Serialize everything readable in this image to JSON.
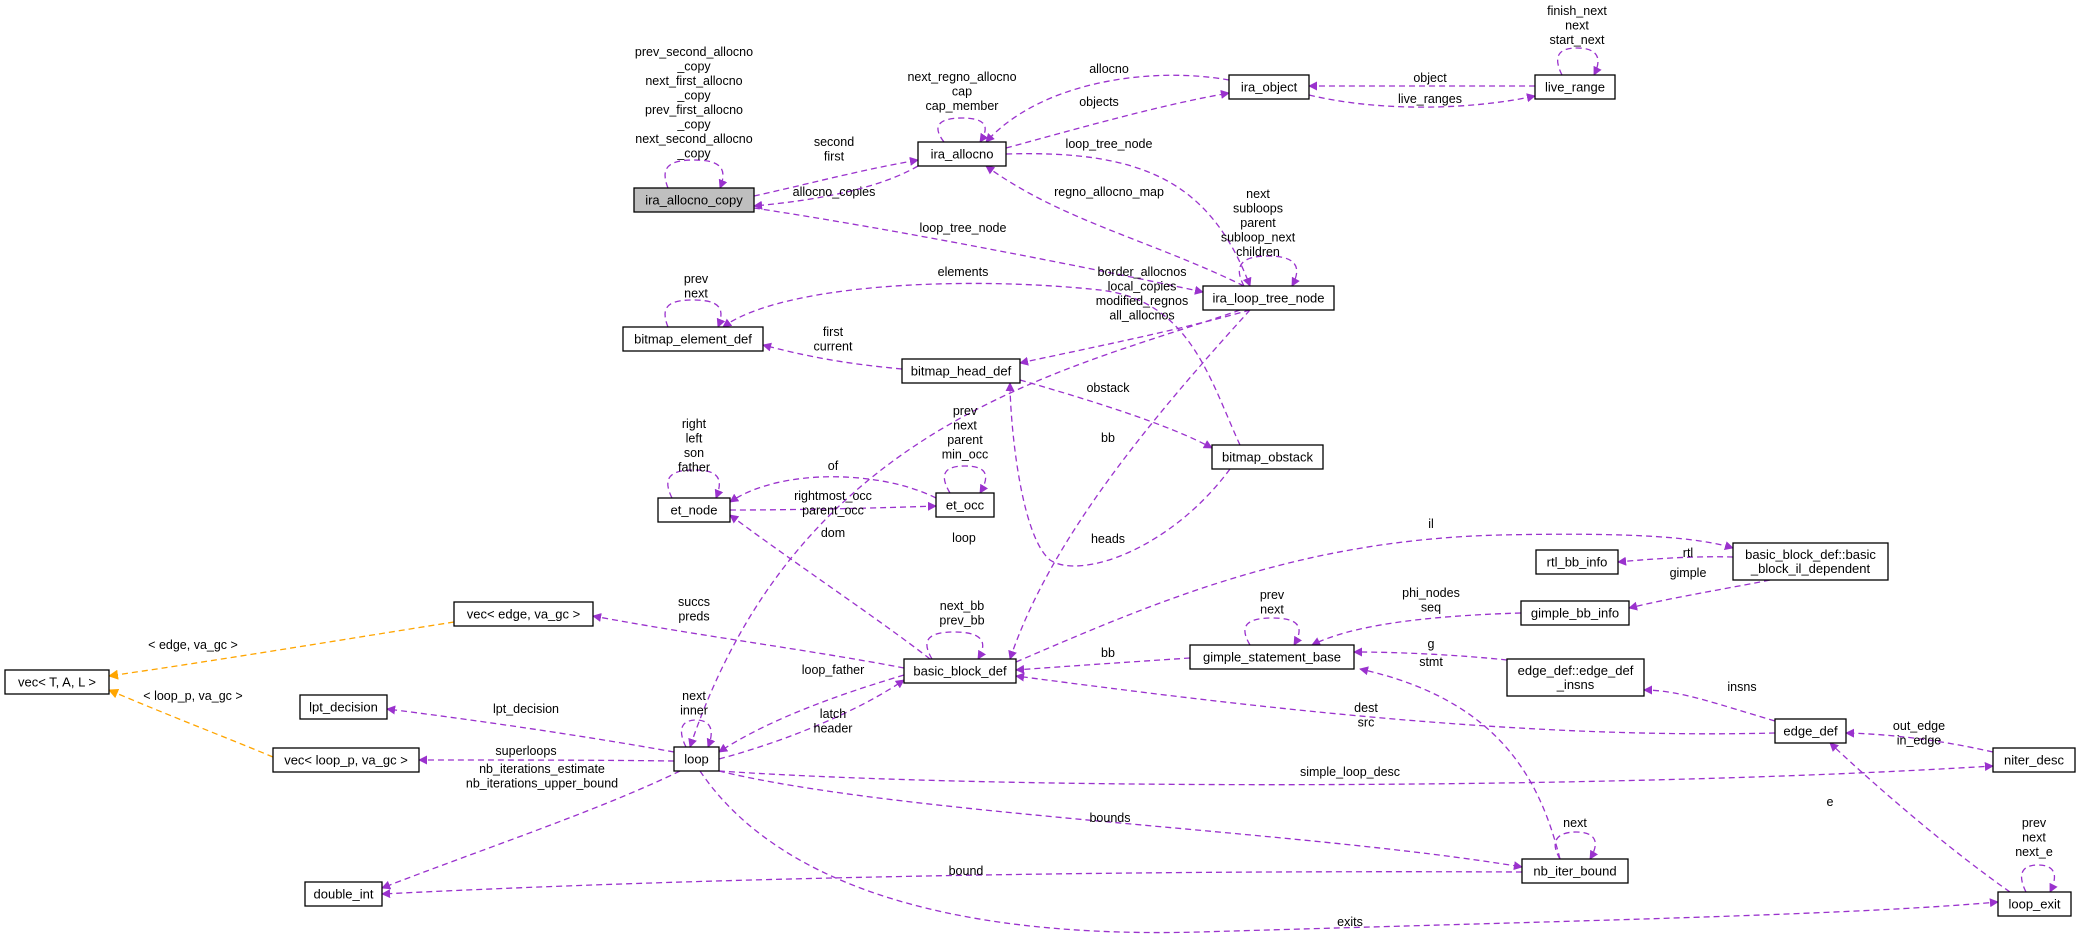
{
  "colors": {
    "usage": "#9a32cd",
    "inheritance": "#ffa500",
    "highlight_fill": "#bfbfbf",
    "node_fill": "#ffffff",
    "node_border": "#000000"
  },
  "nodes": [
    {
      "id": "ira_allocno_copy",
      "label": "ira_allocno_copy",
      "highlight": true
    },
    {
      "id": "ira_allocno",
      "label": "ira_allocno"
    },
    {
      "id": "ira_object",
      "label": "ira_object"
    },
    {
      "id": "live_range",
      "label": "live_range"
    },
    {
      "id": "ira_loop_tree_node",
      "label": "ira_loop_tree_node"
    },
    {
      "id": "bitmap_element_def",
      "label": "bitmap_element_def"
    },
    {
      "id": "bitmap_head_def",
      "label": "bitmap_head_def"
    },
    {
      "id": "bitmap_obstack",
      "label": "bitmap_obstack"
    },
    {
      "id": "et_node",
      "label": "et_node"
    },
    {
      "id": "et_occ",
      "label": "et_occ"
    },
    {
      "id": "basic_block_il_dependent",
      "label": [
        "basic_block_def::basic",
        "_block_il_dependent"
      ]
    },
    {
      "id": "rtl_bb_info",
      "label": "rtl_bb_info"
    },
    {
      "id": "gimple_bb_info",
      "label": "gimple_bb_info"
    },
    {
      "id": "vec_edge",
      "label": "vec< edge, va_gc >"
    },
    {
      "id": "vec_tal",
      "label": "vec< T, A, L >"
    },
    {
      "id": "basic_block_def",
      "label": "basic_block_def"
    },
    {
      "id": "gimple_statement_base",
      "label": "gimple_statement_base"
    },
    {
      "id": "edge_def_insns",
      "label": [
        "edge_def::edge_def",
        "_insns"
      ]
    },
    {
      "id": "lpt_decision",
      "label": "lpt_decision"
    },
    {
      "id": "loop",
      "label": "loop"
    },
    {
      "id": "vec_loop_p",
      "label": "vec< loop_p, va_gc >"
    },
    {
      "id": "edge_def",
      "label": "edge_def"
    },
    {
      "id": "niter_desc",
      "label": "niter_desc"
    },
    {
      "id": "double_int",
      "label": "double_int"
    },
    {
      "id": "nb_iter_bound",
      "label": "nb_iter_bound"
    },
    {
      "id": "loop_exit",
      "label": "loop_exit"
    }
  ],
  "edges": [
    {
      "from": "ira_allocno_copy",
      "to": "ira_allocno_copy",
      "kind": "usage",
      "labels": [
        "prev_second_allocno",
        "_copy",
        "next_first_allocno",
        "_copy",
        "prev_first_allocno",
        "_copy",
        "next_second_allocno",
        "_copy"
      ]
    },
    {
      "from": "ira_allocno_copy",
      "to": "ira_allocno",
      "kind": "usage",
      "labels": [
        "second",
        "first"
      ]
    },
    {
      "from": "ira_allocno",
      "to": "ira_allocno_copy",
      "kind": "usage",
      "labels": [
        "allocno_copies"
      ]
    },
    {
      "from": "ira_allocno",
      "to": "ira_allocno",
      "kind": "usage",
      "labels": [
        "next_regno_allocno",
        "cap",
        "cap_member"
      ]
    },
    {
      "from": "ira_object",
      "to": "ira_allocno",
      "kind": "usage",
      "labels": [
        "allocno"
      ]
    },
    {
      "from": "ira_allocno",
      "to": "ira_object",
      "kind": "usage",
      "labels": [
        "objects"
      ]
    },
    {
      "from": "live_range",
      "to": "ira_object",
      "kind": "usage",
      "labels": [
        "object"
      ]
    },
    {
      "from": "ira_object",
      "to": "live_range",
      "kind": "usage",
      "labels": [
        "live_ranges"
      ]
    },
    {
      "from": "live_range",
      "to": "live_range",
      "kind": "usage",
      "labels": [
        "finish_next",
        "next",
        "start_next"
      ]
    },
    {
      "from": "ira_allocno",
      "to": "ira_loop_tree_node",
      "kind": "usage",
      "labels": [
        "loop_tree_node"
      ]
    },
    {
      "from": "ira_loop_tree_node",
      "to": "ira_allocno",
      "kind": "usage",
      "labels": [
        "regno_allocno_map"
      ]
    },
    {
      "from": "ira_allocno_copy",
      "to": "ira_loop_tree_node",
      "kind": "usage",
      "labels": [
        "loop_tree_node"
      ]
    },
    {
      "from": "ira_loop_tree_node",
      "to": "ira_loop_tree_node",
      "kind": "usage",
      "labels": [
        "next",
        "subloops",
        "parent",
        "subloop_next",
        "children"
      ]
    },
    {
      "from": "bitmap_obstack",
      "to": "bitmap_element_def",
      "kind": "usage",
      "labels": [
        "elements"
      ]
    },
    {
      "from": "bitmap_element_def",
      "to": "bitmap_element_def",
      "kind": "usage",
      "labels": [
        "prev",
        "next"
      ]
    },
    {
      "from": "bitmap_head_def",
      "to": "bitmap_element_def",
      "kind": "usage",
      "labels": [
        "first",
        "current"
      ]
    },
    {
      "from": "ira_loop_tree_node",
      "to": "bitmap_head_def",
      "kind": "usage",
      "labels": [
        "border_allocnos",
        "local_copies",
        "modified_regnos",
        "all_allocnos"
      ]
    },
    {
      "from": "bitmap_head_def",
      "to": "bitmap_obstack",
      "kind": "usage",
      "labels": [
        "obstack"
      ]
    },
    {
      "from": "bitmap_obstack",
      "to": "bitmap_head_def",
      "kind": "usage",
      "labels": [
        "heads"
      ]
    },
    {
      "from": "ira_loop_tree_node",
      "to": "basic_block_def",
      "kind": "usage",
      "labels": [
        "bb"
      ]
    },
    {
      "from": "ira_loop_tree_node",
      "to": "loop",
      "kind": "usage",
      "labels": [
        "loop"
      ]
    },
    {
      "from": "et_node",
      "to": "et_node",
      "kind": "usage",
      "labels": [
        "right",
        "left",
        "son",
        "father"
      ]
    },
    {
      "from": "et_occ",
      "to": "et_node",
      "kind": "usage",
      "labels": [
        "of"
      ]
    },
    {
      "from": "et_node",
      "to": "et_occ",
      "kind": "usage",
      "labels": [
        "rightmost_occ",
        "parent_occ"
      ]
    },
    {
      "from": "et_occ",
      "to": "et_occ",
      "kind": "usage",
      "labels": [
        "prev",
        "next",
        "parent",
        "min_occ"
      ]
    },
    {
      "from": "basic_block_def",
      "to": "et_node",
      "kind": "usage",
      "labels": [
        "dom"
      ]
    },
    {
      "from": "basic_block_def",
      "to": "basic_block_il_dependent",
      "kind": "usage",
      "labels": [
        "il"
      ]
    },
    {
      "from": "basic_block_il_dependent",
      "to": "rtl_bb_info",
      "kind": "usage",
      "labels": [
        "rtl"
      ]
    },
    {
      "from": "basic_block_il_dependent",
      "to": "gimple_bb_info",
      "kind": "usage",
      "labels": [
        "gimple"
      ]
    },
    {
      "from": "gimple_bb_info",
      "to": "gimple_statement_base",
      "kind": "usage",
      "labels": [
        "phi_nodes",
        "seq"
      ]
    },
    {
      "from": "gimple_statement_base",
      "to": "gimple_statement_base",
      "kind": "usage",
      "labels": [
        "prev",
        "next"
      ]
    },
    {
      "from": "gimple_statement_base",
      "to": "basic_block_def",
      "kind": "usage",
      "labels": [
        "bb"
      ]
    },
    {
      "from": "edge_def_insns",
      "to": "gimple_statement_base",
      "kind": "usage",
      "labels": [
        "g"
      ]
    },
    {
      "from": "nb_iter_bound",
      "to": "gimple_statement_base",
      "kind": "usage",
      "labels": [
        "stmt"
      ]
    },
    {
      "from": "basic_block_def",
      "to": "vec_edge",
      "kind": "usage",
      "labels": [
        "succs",
        "preds"
      ]
    },
    {
      "from": "vec_edge",
      "to": "vec_tal",
      "kind": "inheritance",
      "labels": [
        "< edge, va_gc >"
      ]
    },
    {
      "from": "vec_loop_p",
      "to": "vec_tal",
      "kind": "inheritance",
      "labels": [
        "< loop_p, va_gc >"
      ]
    },
    {
      "from": "basic_block_def",
      "to": "basic_block_def",
      "kind": "usage",
      "labels": [
        "next_bb",
        "prev_bb"
      ]
    },
    {
      "from": "basic_block_def",
      "to": "loop",
      "kind": "usage",
      "labels": [
        "loop_father"
      ]
    },
    {
      "from": "loop",
      "to": "basic_block_def",
      "kind": "usage",
      "labels": [
        "latch",
        "header"
      ]
    },
    {
      "from": "loop",
      "to": "loop",
      "kind": "usage",
      "labels": [
        "next",
        "inner"
      ]
    },
    {
      "from": "loop",
      "to": "lpt_decision",
      "kind": "usage",
      "labels": [
        "lpt_decision"
      ]
    },
    {
      "from": "loop",
      "to": "vec_loop_p",
      "kind": "usage",
      "labels": [
        "superloops"
      ]
    },
    {
      "from": "loop",
      "to": "double_int",
      "kind": "usage",
      "labels": [
        "nb_iterations_estimate",
        "nb_iterations_upper_bound"
      ]
    },
    {
      "from": "edge_def",
      "to": "edge_def_insns",
      "kind": "usage",
      "labels": [
        "insns"
      ]
    },
    {
      "from": "edge_def",
      "to": "basic_block_def",
      "kind": "usage",
      "labels": [
        "dest",
        "src"
      ]
    },
    {
      "from": "niter_desc",
      "to": "edge_def",
      "kind": "usage",
      "labels": [
        "out_edge",
        "in_edge"
      ]
    },
    {
      "from": "loop",
      "to": "niter_desc",
      "kind": "usage",
      "labels": [
        "simple_loop_desc"
      ]
    },
    {
      "from": "loop",
      "to": "nb_iter_bound",
      "kind": "usage",
      "labels": [
        "bounds"
      ]
    },
    {
      "from": "nb_iter_bound",
      "to": "nb_iter_bound",
      "kind": "usage",
      "labels": [
        "next"
      ]
    },
    {
      "from": "nb_iter_bound",
      "to": "double_int",
      "kind": "usage",
      "labels": [
        "bound"
      ]
    },
    {
      "from": "loop_exit",
      "to": "edge_def",
      "kind": "usage",
      "labels": [
        "e"
      ]
    },
    {
      "from": "loop",
      "to": "loop_exit",
      "kind": "usage",
      "labels": [
        "exits"
      ]
    },
    {
      "from": "loop_exit",
      "to": "loop_exit",
      "kind": "usage",
      "labels": [
        "prev",
        "next",
        "next_e"
      ]
    }
  ]
}
